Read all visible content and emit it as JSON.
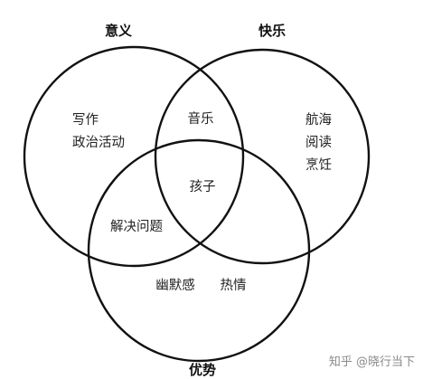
{
  "sets": {
    "meaning": "意义",
    "happiness": "快乐",
    "strengths": "优势"
  },
  "regions": {
    "meaning_only": [
      "写作",
      "政治活动"
    ],
    "happiness_only": [
      "航海",
      "阅读",
      "烹饪"
    ],
    "meaning_happiness": "音乐",
    "all_three": "孩子",
    "meaning_strengths": "解决问题",
    "strengths_only": [
      "幽默感",
      "热情"
    ]
  },
  "watermark": "知乎 @晓行当下"
}
